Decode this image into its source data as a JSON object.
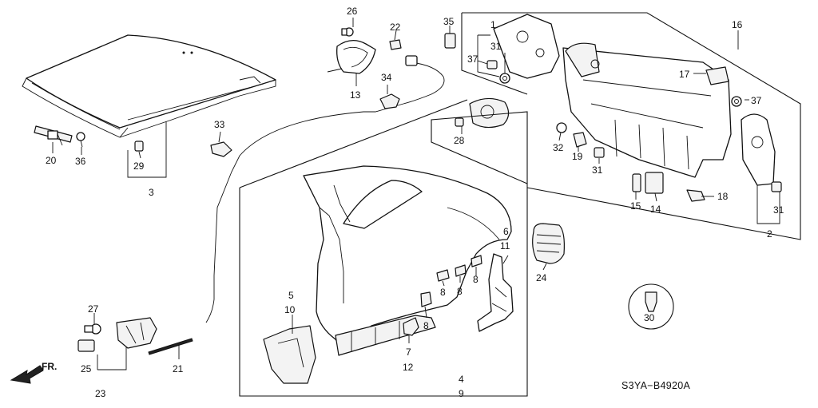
{
  "diagram": {
    "code": "S3YA−B4920A",
    "direction_label": "FR.",
    "callouts": {
      "n1": "1",
      "n2": "2",
      "n3": "3",
      "n4": "4",
      "n5": "5",
      "n6": "6",
      "n7": "7",
      "n8a": "8",
      "n8b": "8",
      "n8c": "8",
      "n8d": "8",
      "n9": "9",
      "n10": "10",
      "n11": "11",
      "n12": "12",
      "n13": "13",
      "n14": "14",
      "n15": "15",
      "n16": "16",
      "n17": "17",
      "n18": "18",
      "n19": "19",
      "n20": "20",
      "n21": "21",
      "n22": "22",
      "n23": "23",
      "n24": "24",
      "n25": "25",
      "n26": "26",
      "n27": "27",
      "n28": "28",
      "n29": "29",
      "n30": "30",
      "n31a": "31",
      "n31b": "31",
      "n31c": "31",
      "n32": "32",
      "n33": "33",
      "n34": "34",
      "n35": "35",
      "n36": "36",
      "n37a": "37",
      "n37b": "37"
    }
  }
}
